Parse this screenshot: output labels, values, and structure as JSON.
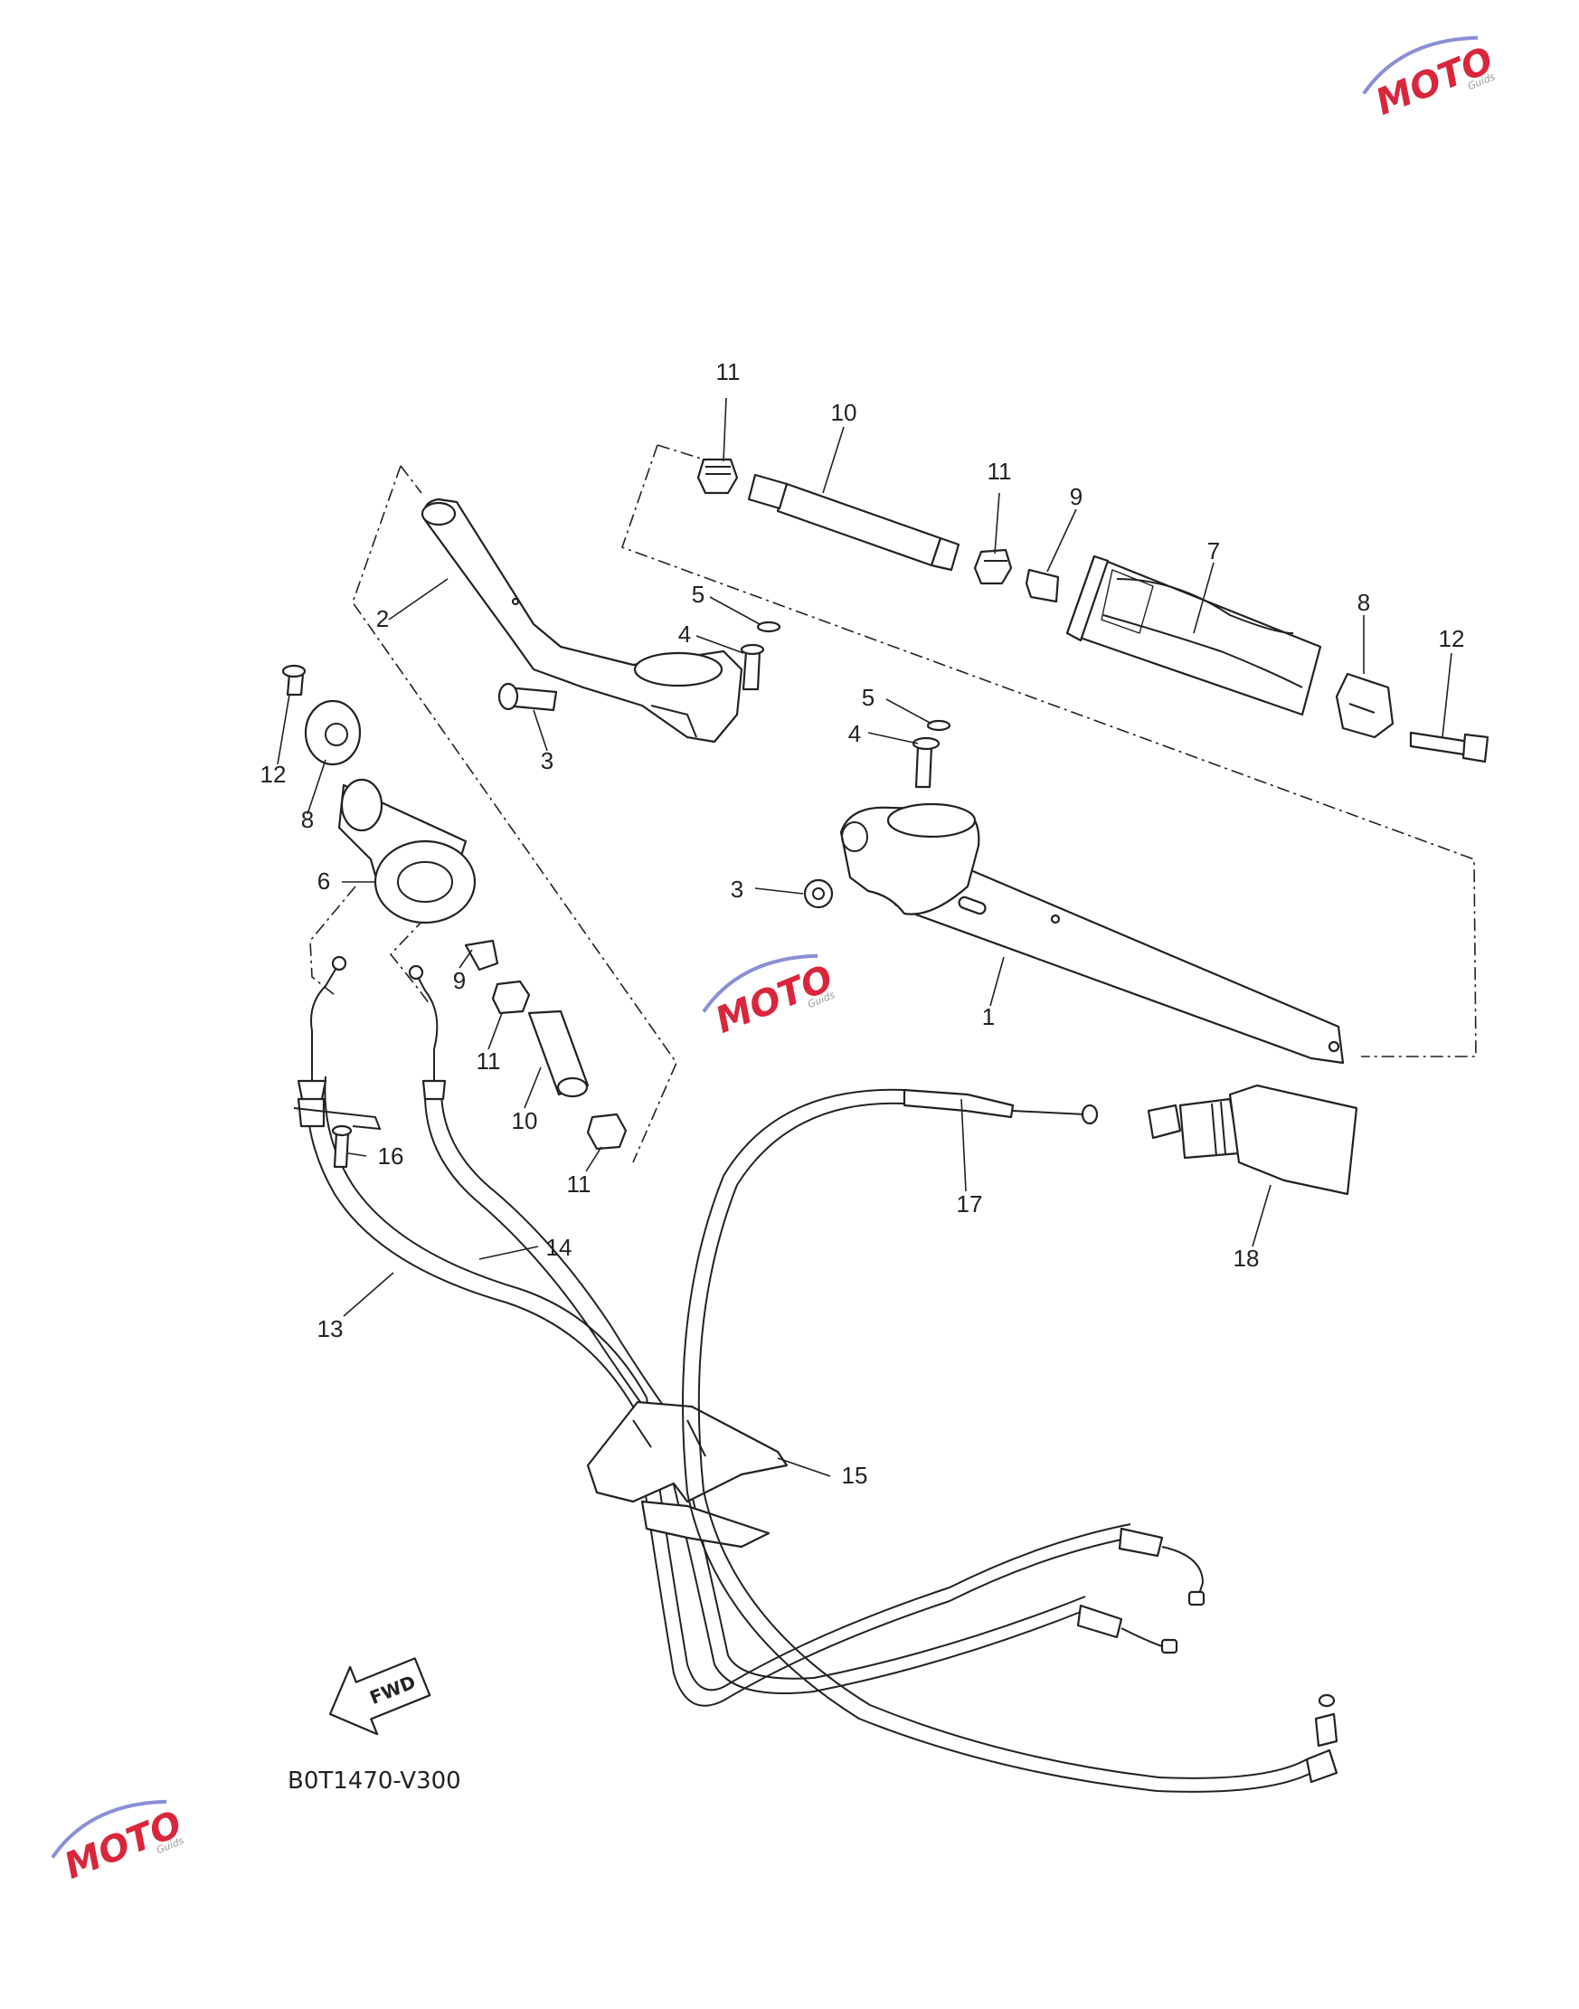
{
  "watermark": {
    "brand": "MOTO",
    "sub": "Guids",
    "colors": {
      "red": "#d9263b",
      "blue": "#8a8fd6",
      "gray": "#9a9a9a"
    }
  },
  "diagram": {
    "code": "B0T1470-V300",
    "fwd_label": "FWD",
    "callouts": [
      "11",
      "10",
      "11",
      "9",
      "7",
      "8",
      "12",
      "5",
      "4",
      "3",
      "2",
      "12",
      "8",
      "6",
      "5",
      "4",
      "3",
      "1",
      "9",
      "11",
      "10",
      "11",
      "16",
      "17",
      "18",
      "14",
      "13",
      "15"
    ]
  }
}
